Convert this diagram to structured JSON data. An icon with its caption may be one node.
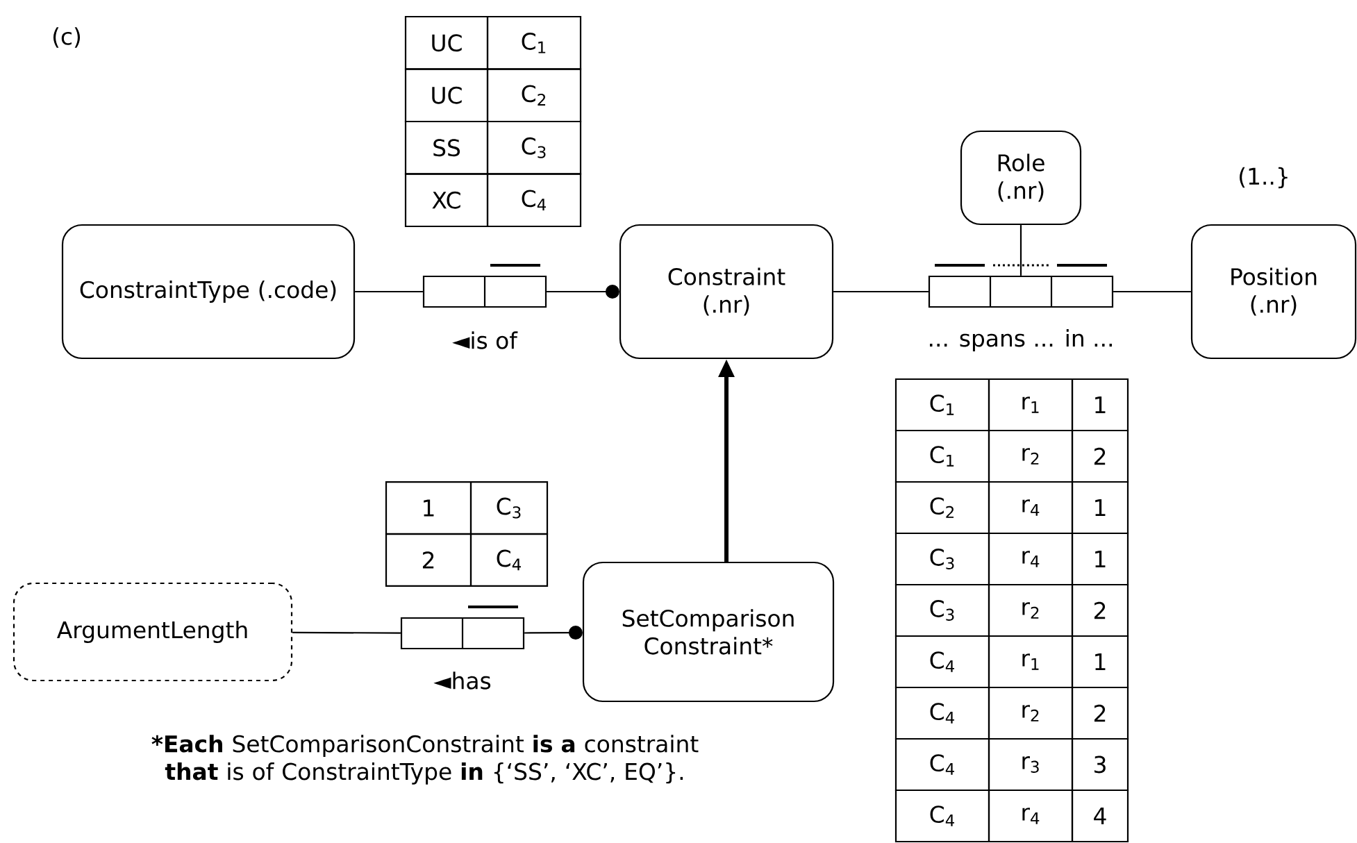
{
  "diagram": {
    "nodes": [
      {
        "text": [
          "ConstraintType (.code)"
        ]
      },
      {
        "text": [
          "Constraint (.nr)"
        ]
      },
      {
        "text": [
          "Role (.nr)"
        ]
      },
      {
        "text": [
          "Position (.nr)"
        ]
      },
      {
        "text": [
          "ArgumentLength"
        ]
      },
      {
        "text": [
          "SetComparison Constraint*"
        ]
      },
      {
        "text": [],
        "shape": "box",
        "beside": [
          "◄is of"
        ]
      },
      {
        "text": [],
        "shape": "box",
        "beside": [
          "... spans ... in ..."
        ]
      },
      {
        "text": [],
        "shape": "box",
        "beside": [
          "◄has"
        ]
      }
    ],
    "edges": [
      {
        "from": 0,
        "to": 6,
        "arrow": "none"
      },
      {
        "from": 6,
        "to": 1,
        "arrow": "other"
      },
      {
        "from": 1,
        "to": 7,
        "arrow": "none"
      },
      {
        "from": 7,
        "to": 3,
        "arrow": "none"
      },
      {
        "from": 2,
        "to": 7,
        "arrow": "none"
      },
      {
        "from": 4,
        "to": 8,
        "arrow": "none"
      },
      {
        "from": 8,
        "to": 5,
        "arrow": "other"
      },
      {
        "from": 5,
        "to": 1,
        "arrow": "to",
        "style": "thick"
      }
    ],
    "labels": [
      "(c)",
      "UC",
      "C$_{1}$",
      "UC",
      "C$_{2}$",
      "SS",
      "C$_{3}$",
      "XC",
      "C$_{4}$",
      "(1..}",
      "C$_{1}$",
      "r$_{1}$",
      "1",
      "C$_{1}$",
      "r$_{2}$",
      "2",
      "C$_{2}$",
      "r$_{4}$",
      "1",
      "C$_{3}$",
      "r$_{4}$",
      "1",
      "C$_{3}$",
      "r$_{2}$",
      "2",
      "C$_{4}$",
      "r$_{1}$",
      "1",
      "C$_{4}$",
      "r$_{2}$",
      "2",
      "C$_{4}$",
      "r$_{3}$",
      "3",
      "C$_{4}$",
      "r$_{4}$",
      "4",
      "1",
      "C$_{3}$",
      "2",
      "C$_{4}$",
      "***Each** SetComparisonConstraint **is a** constraint **that** is of ConstraintType **in** {‘SS’, ‘XC’, EQ’}."
    ]
  }
}
